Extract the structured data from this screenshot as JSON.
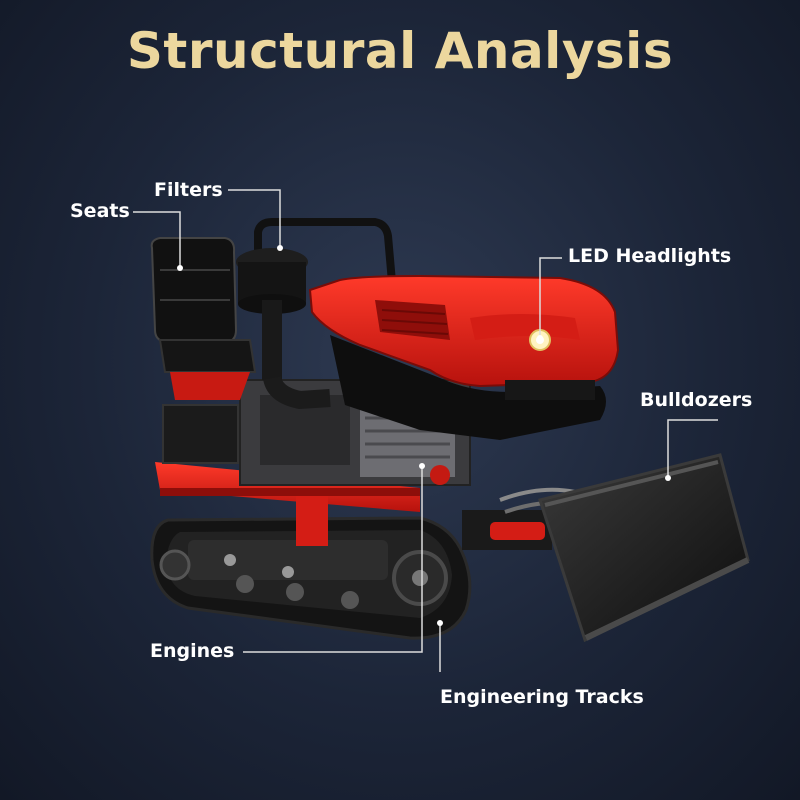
{
  "title": "Structural Analysis",
  "labels": {
    "seats": "Seats",
    "filters": "Filters",
    "led_headlights": "LED Headlights",
    "bulldozers": "Bulldozers",
    "engines": "Engines",
    "engineering_tracks": "Engineering Tracks"
  },
  "colors": {
    "title": "#ecd79e",
    "body": "#e8251e",
    "track": "#1a1a1a",
    "background": "#1c2538"
  }
}
